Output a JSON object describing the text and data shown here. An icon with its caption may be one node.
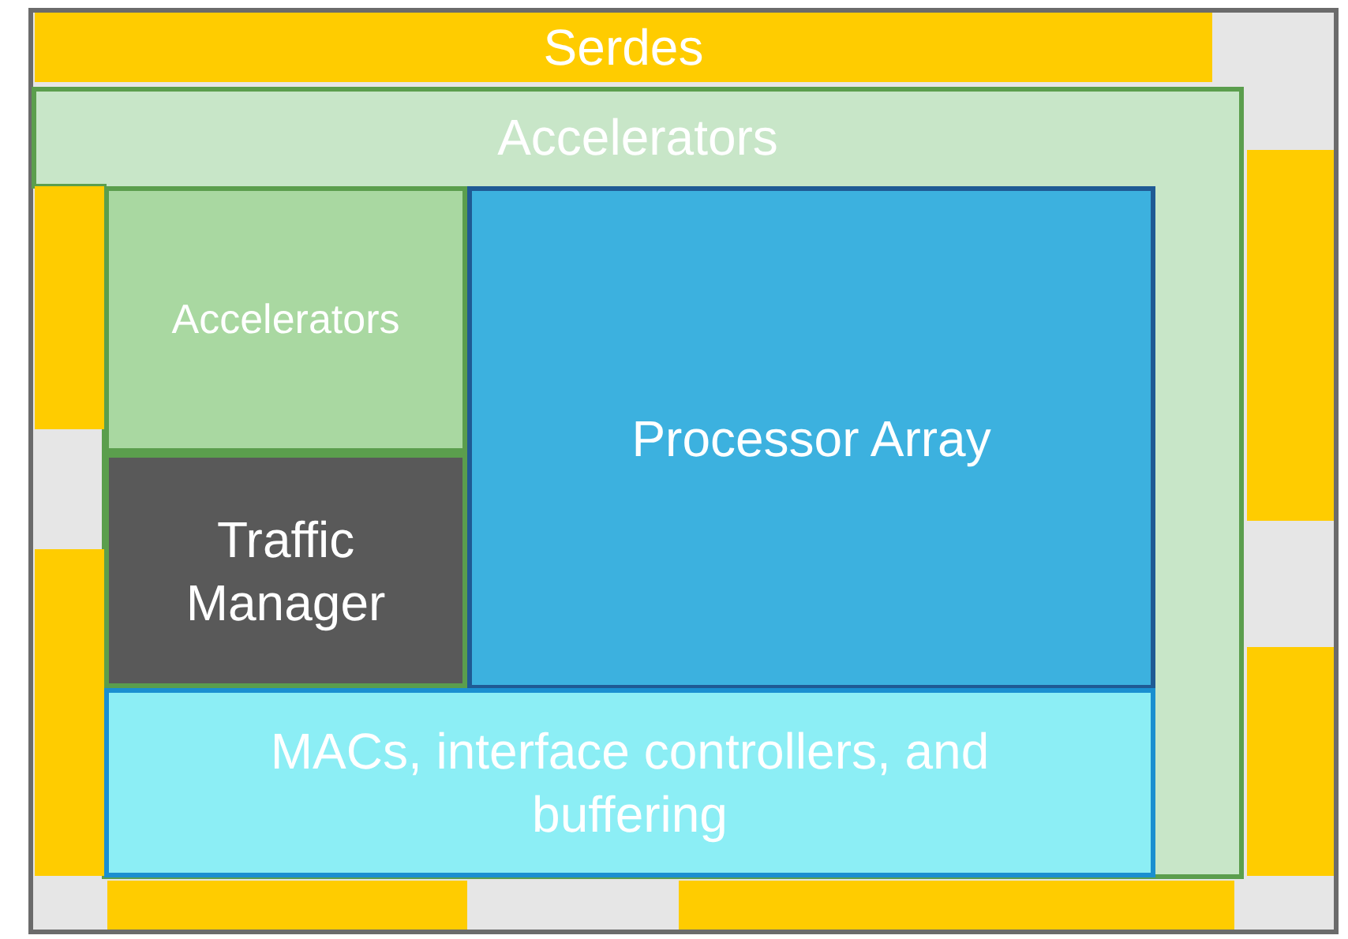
{
  "diagram": {
    "nodes": [
      {
        "text": [
          "Serdes"
        ]
      },
      {
        "text": [
          "Accelerators"
        ]
      },
      {
        "text": [
          "Accelerators"
        ],
        "in": 1
      },
      {
        "text": [
          "Processor Array"
        ],
        "in": 1
      },
      {
        "text": [
          "Traffic Manager"
        ],
        "in": 1
      },
      {
        "text": [
          "MACs, interface controllers, and buffering"
        ],
        "in": 1
      },
      {
        "text": [],
        "shape": "box"
      },
      {
        "text": [],
        "shape": "box"
      },
      {
        "text": [],
        "shape": "box"
      },
      {
        "text": [],
        "shape": "box"
      },
      {
        "text": [],
        "shape": "box"
      },
      {
        "text": [],
        "shape": "box"
      }
    ]
  }
}
